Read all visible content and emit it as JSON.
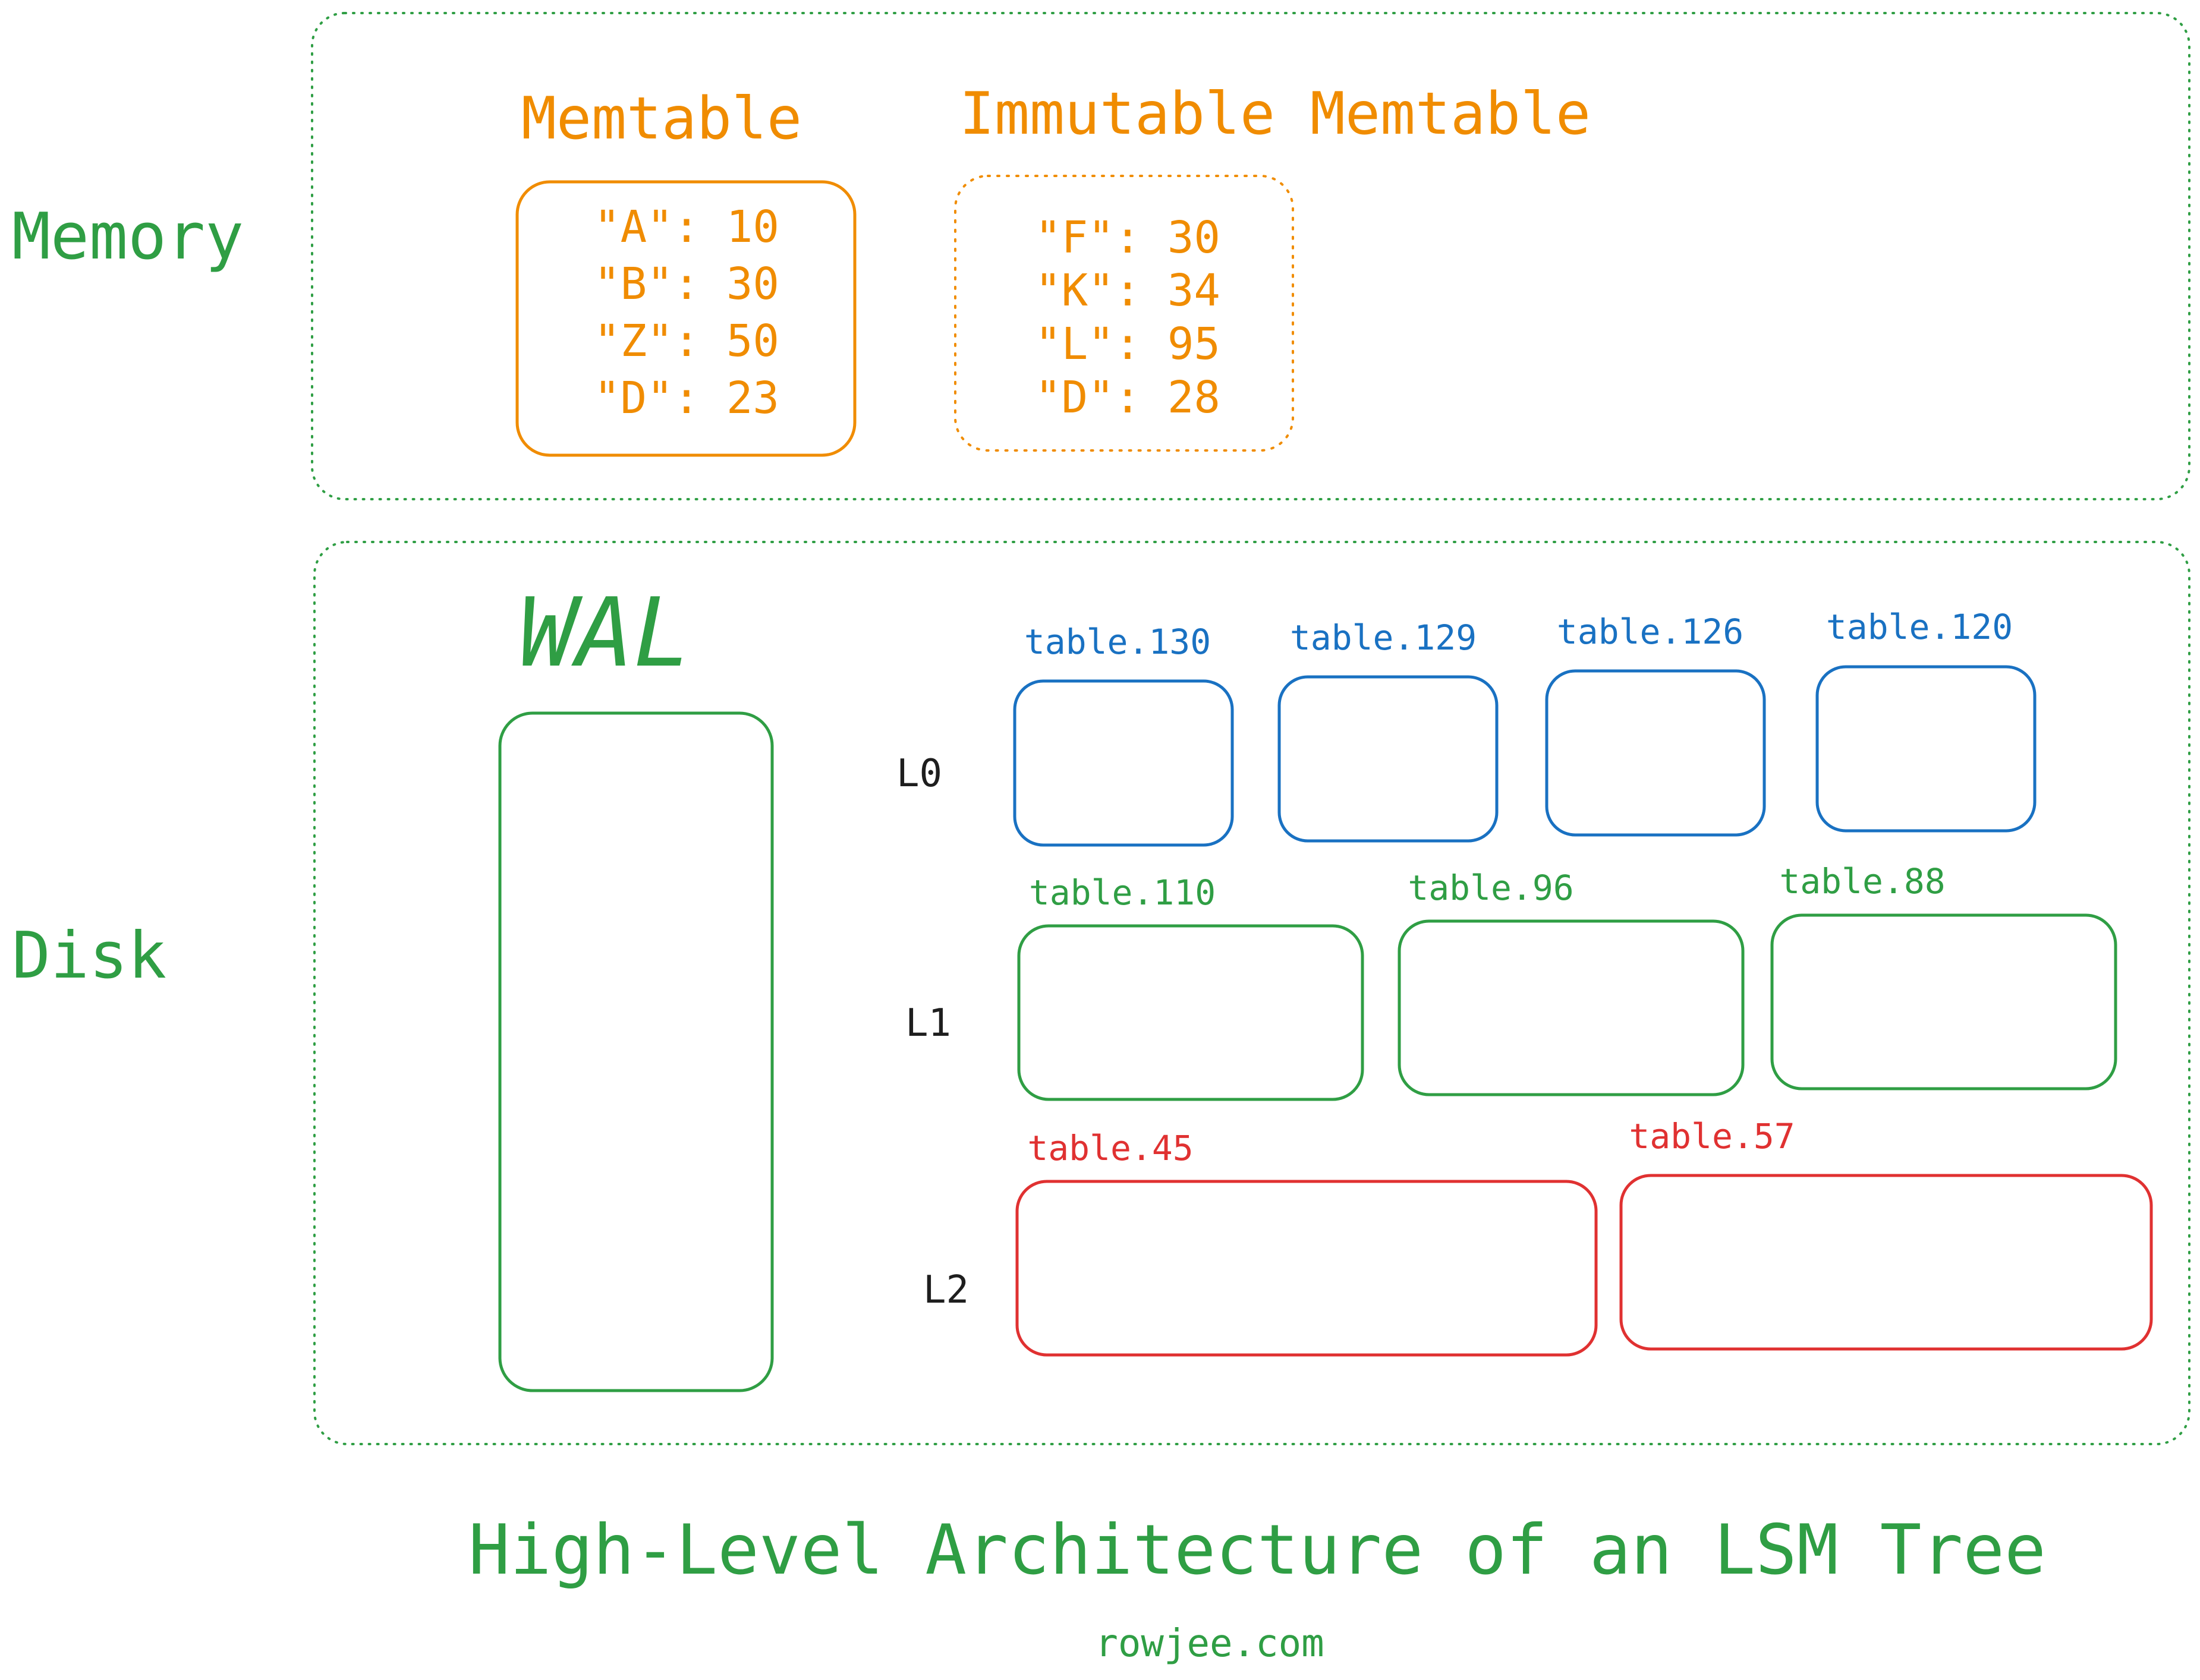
{
  "colors": {
    "green": "#2f9e44",
    "orange": "#f08c00",
    "blue": "#1971c2",
    "red": "#e03131",
    "black": "#1e1e1e"
  },
  "sections": {
    "memory_label": "Memory",
    "disk_label": "Disk"
  },
  "memtable": {
    "title": "Memtable",
    "entries": [
      "\"A\": 10",
      "\"B\": 30",
      "\"Z\": 50",
      "\"D\": 23"
    ]
  },
  "immutable_memtable": {
    "title": "Immutable Memtable",
    "entries": [
      "\"F\": 30",
      "\"K\": 34",
      "\"L\": 95",
      "\"D\": 28"
    ]
  },
  "wal": {
    "title": "WAL"
  },
  "levels": [
    {
      "label": "L0",
      "tables": [
        "table.130",
        "table.129",
        "table.126",
        "table.120"
      ]
    },
    {
      "label": "L1",
      "tables": [
        "table.110",
        "table.96",
        "table.88"
      ]
    },
    {
      "label": "L2",
      "tables": [
        "table.45",
        "table.57"
      ]
    }
  ],
  "footer": {
    "title": "High-Level Architecture of an LSM Tree",
    "site": "rowjee.com"
  }
}
